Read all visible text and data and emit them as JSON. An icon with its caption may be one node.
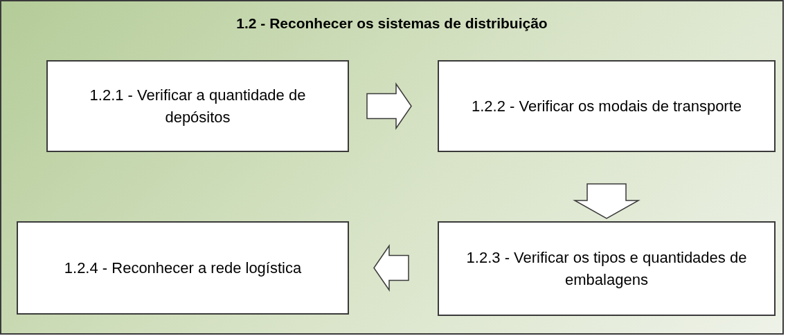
{
  "diagram": {
    "nodes": [
      {
        "text": [
          "1.2 - Reconhecer os sistemas de distribuição"
        ]
      },
      {
        "text": [
          "1.2.1 - Verificar a quantidade de depósitos"
        ],
        "in": 0
      },
      {
        "text": [
          "1.2.2 - Verificar os modais de transporte"
        ],
        "in": 0
      },
      {
        "text": [
          "1.2.3 - Verificar os tipos e quantidades de embalagens"
        ],
        "in": 0
      },
      {
        "text": [
          "1.2.4 - Reconhecer a rede logística"
        ],
        "in": 0
      }
    ],
    "edges": [
      {
        "from": 1,
        "to": 2,
        "arrow": "to"
      },
      {
        "from": 2,
        "to": 3,
        "arrow": "to"
      },
      {
        "from": 3,
        "to": 4,
        "arrow": "to"
      }
    ]
  }
}
